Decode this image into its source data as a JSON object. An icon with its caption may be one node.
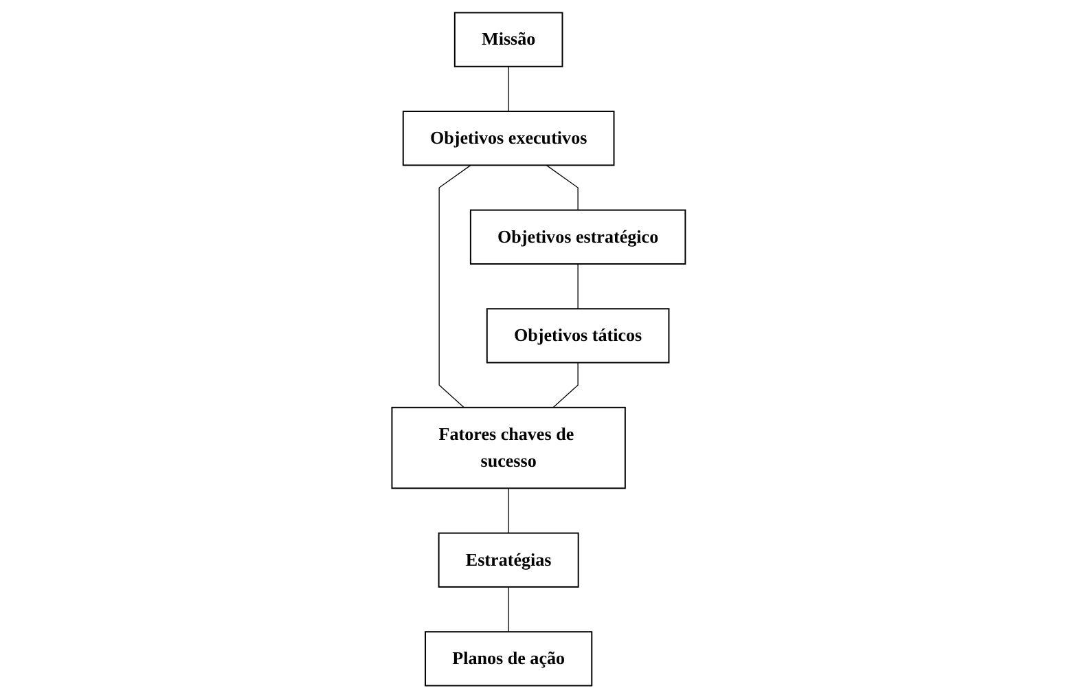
{
  "diagram": {
    "nodes": [
      {
        "text": [
          "Missão"
        ]
      },
      {
        "text": [
          "Objetivos executivos"
        ]
      },
      {
        "text": [
          "Objetivos estratégico"
        ]
      },
      {
        "text": [
          "Fatores chaves de sucesso"
        ]
      },
      {
        "text": [
          "Estratégias"
        ]
      },
      {
        "text": [
          "Objetivos táticos"
        ]
      },
      {
        "text": [
          "Planos de ação"
        ]
      }
    ],
    "edges": [
      {
        "from": 0,
        "to": 1,
        "arrow": "none"
      },
      {
        "from": 1,
        "to": 2,
        "arrow": "none"
      },
      {
        "from": 1,
        "to": 3,
        "arrow": "none"
      },
      {
        "from": 2,
        "to": 5,
        "arrow": "none"
      },
      {
        "from": 5,
        "to": 3,
        "arrow": "none"
      },
      {
        "from": 3,
        "to": 4,
        "arrow": "none"
      },
      {
        "from": 4,
        "to": 6,
        "arrow": "none"
      }
    ]
  }
}
